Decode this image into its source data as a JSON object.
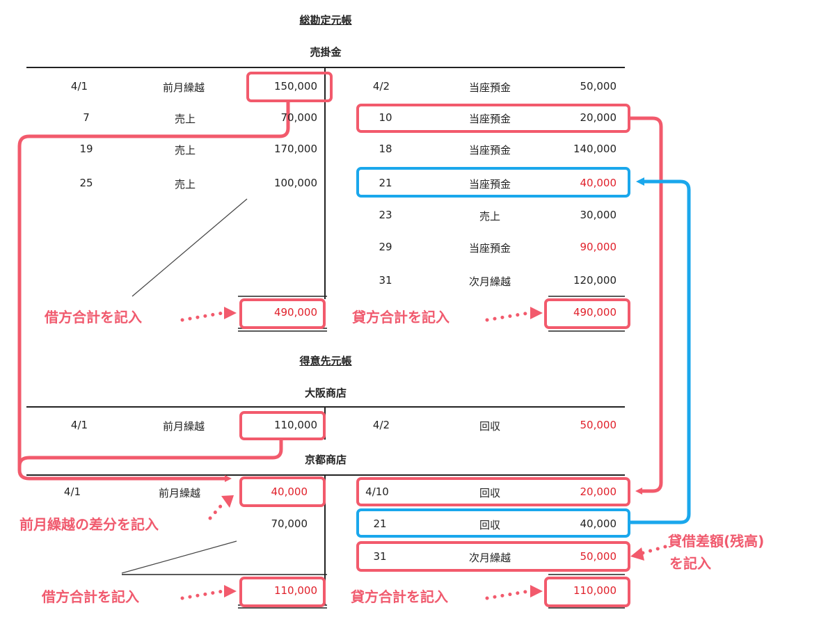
{
  "colors": {
    "pink": "#f25a6c",
    "blue": "#1aa7ec",
    "red_text": "#e0202a"
  },
  "ledger": {
    "title": "総勘定元帳",
    "account": "売掛金",
    "debit": [
      {
        "date": "4/1",
        "desc": "前月繰越",
        "amount": "150,000"
      },
      {
        "date": "7",
        "desc": "売上",
        "amount": "70,000"
      },
      {
        "date": "19",
        "desc": "売上",
        "amount": "170,000"
      },
      {
        "date": "25",
        "desc": "売上",
        "amount": "100,000"
      }
    ],
    "credit": [
      {
        "date": "4/2",
        "desc": "当座預金",
        "amount": "50,000"
      },
      {
        "date": "10",
        "desc": "当座預金",
        "amount": "20,000"
      },
      {
        "date": "18",
        "desc": "当座預金",
        "amount": "140,000"
      },
      {
        "date": "21",
        "desc": "当座預金",
        "amount": "40,000"
      },
      {
        "date": "23",
        "desc": "売上",
        "amount": "30,000"
      },
      {
        "date": "29",
        "desc": "当座預金",
        "amount": "90,000"
      },
      {
        "date": "31",
        "desc": "次月繰越",
        "amount": "120,000"
      }
    ],
    "debit_total": "490,000",
    "credit_total": "490,000"
  },
  "subledger": {
    "title": "得意先元帳",
    "osaka": {
      "name": "大阪商店",
      "debit": [
        {
          "date": "4/1",
          "desc": "前月繰越",
          "amount": "110,000"
        }
      ],
      "credit": [
        {
          "date": "4/2",
          "desc": "回収",
          "amount": "50,000"
        }
      ]
    },
    "kyoto": {
      "name": "京都商店",
      "debit": [
        {
          "date": "4/1",
          "desc": "前月繰越",
          "amount": "40,000"
        },
        {
          "amount": "70,000"
        }
      ],
      "credit": [
        {
          "date": "4/10",
          "desc": "回収",
          "amount": "20,000"
        },
        {
          "date": "21",
          "desc": "回収",
          "amount": "40,000"
        },
        {
          "date": "31",
          "desc": "次月繰越",
          "amount": "50,000"
        }
      ],
      "debit_total": "110,000",
      "credit_total": "110,000"
    }
  },
  "annotations": {
    "debit_total_1": "借方合計を記入",
    "credit_total_1": "貸方合計を記入",
    "prev_diff": "前月繰越の差分を記入",
    "balance_line1": "貸借差額(残高)",
    "balance_line2": "を記入",
    "debit_total_2": "借方合計を記入",
    "credit_total_2": "貸方合計を記入"
  }
}
